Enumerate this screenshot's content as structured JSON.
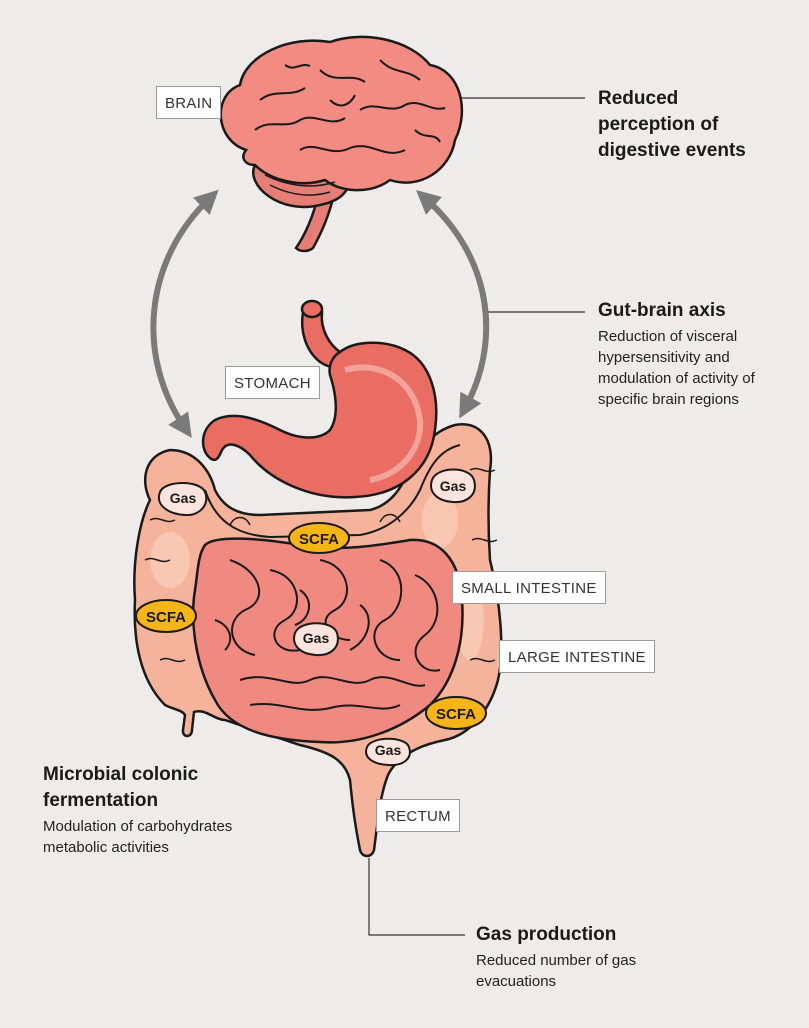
{
  "labels": {
    "brain": "BRAIN",
    "stomach": "STOMACH",
    "small_intestine": "SMALL INTESTINE",
    "large_intestine": "LARGE INTESTINE",
    "rectum": "RECTUM"
  },
  "notes": {
    "brain_effect": {
      "title": "Reduced perception of digestive events"
    },
    "gut_brain": {
      "title": "Gut-brain axis",
      "text": "Reduction of visceral hypersensitivity and modulation of activity of specific brain regions"
    },
    "fermentation": {
      "title": "Microbial colonic fermentation",
      "text": "Modulation of carbohydrates metabolic activities"
    },
    "gas_production": {
      "title": "Gas production",
      "text": "Reduced number of gas evacuations"
    }
  },
  "markers": {
    "gas": "Gas",
    "scfa": "SCFA"
  },
  "colors": {
    "background": "#edecea",
    "brain": "#f28b82",
    "stomach": "#ea6d63",
    "large_intestine": "#f4b39a",
    "small_intestine": "#f08a80",
    "scfa": "#f5b519",
    "gas": "#fbe4dd",
    "arrows": "#7a7a7a"
  }
}
